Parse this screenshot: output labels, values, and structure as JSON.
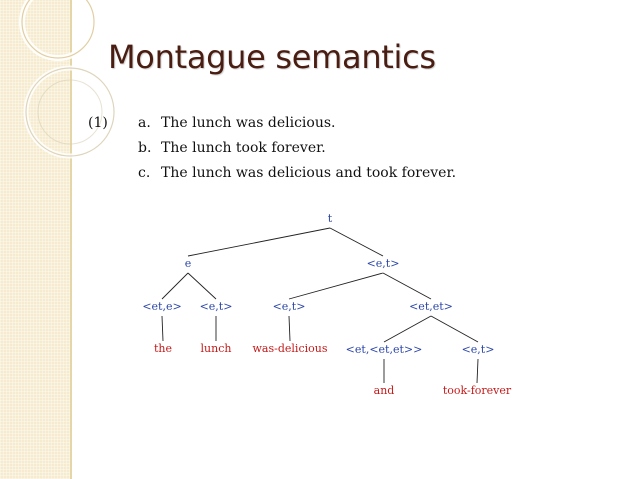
{
  "slide": {
    "title": "Montague semantics",
    "example_number": "(1)",
    "sentences": [
      {
        "letter": "a.",
        "text": "The lunch was delicious."
      },
      {
        "letter": "b.",
        "text": "The lunch took forever."
      },
      {
        "letter": "c.",
        "text": "The lunch was delicious and took forever."
      }
    ]
  },
  "tree": {
    "colors": {
      "type": "#2b46a8",
      "word": "#c41a1a",
      "edge": "#222222"
    },
    "nodes": [
      {
        "id": "n-t",
        "label": "t",
        "kind": "type"
      },
      {
        "id": "n-e",
        "label": "e",
        "kind": "type"
      },
      {
        "id": "n-et-top",
        "label": "<e,t>",
        "kind": "type"
      },
      {
        "id": "n-et-e",
        "label": "<et,e>",
        "kind": "type"
      },
      {
        "id": "n-et-lunch",
        "label": "<e,t>",
        "kind": "type"
      },
      {
        "id": "n-et-del",
        "label": "<e,t>",
        "kind": "type"
      },
      {
        "id": "n-et-et",
        "label": "<et,et>",
        "kind": "type"
      },
      {
        "id": "n-coord",
        "label": "<et,<et,et>>",
        "kind": "type"
      },
      {
        "id": "n-et-forever",
        "label": "<e,t>",
        "kind": "type"
      },
      {
        "id": "w-the",
        "label": "the",
        "kind": "word"
      },
      {
        "id": "w-lunch",
        "label": "lunch",
        "kind": "word"
      },
      {
        "id": "w-del",
        "label": "was-delicious",
        "kind": "word"
      },
      {
        "id": "w-and",
        "label": "and",
        "kind": "word"
      },
      {
        "id": "w-forever",
        "label": "took-forever",
        "kind": "word"
      }
    ],
    "edges": [
      [
        "n-t",
        "n-e"
      ],
      [
        "n-t",
        "n-et-top"
      ],
      [
        "n-e",
        "n-et-e"
      ],
      [
        "n-e",
        "n-et-lunch"
      ],
      [
        "n-et-top",
        "n-et-del"
      ],
      [
        "n-et-top",
        "n-et-et"
      ],
      [
        "n-et-et",
        "n-coord"
      ],
      [
        "n-et-et",
        "n-et-forever"
      ],
      [
        "n-et-e",
        "w-the"
      ],
      [
        "n-et-lunch",
        "w-lunch"
      ],
      [
        "n-et-del",
        "w-del"
      ],
      [
        "n-coord",
        "w-and"
      ],
      [
        "n-et-forever",
        "w-forever"
      ]
    ]
  }
}
